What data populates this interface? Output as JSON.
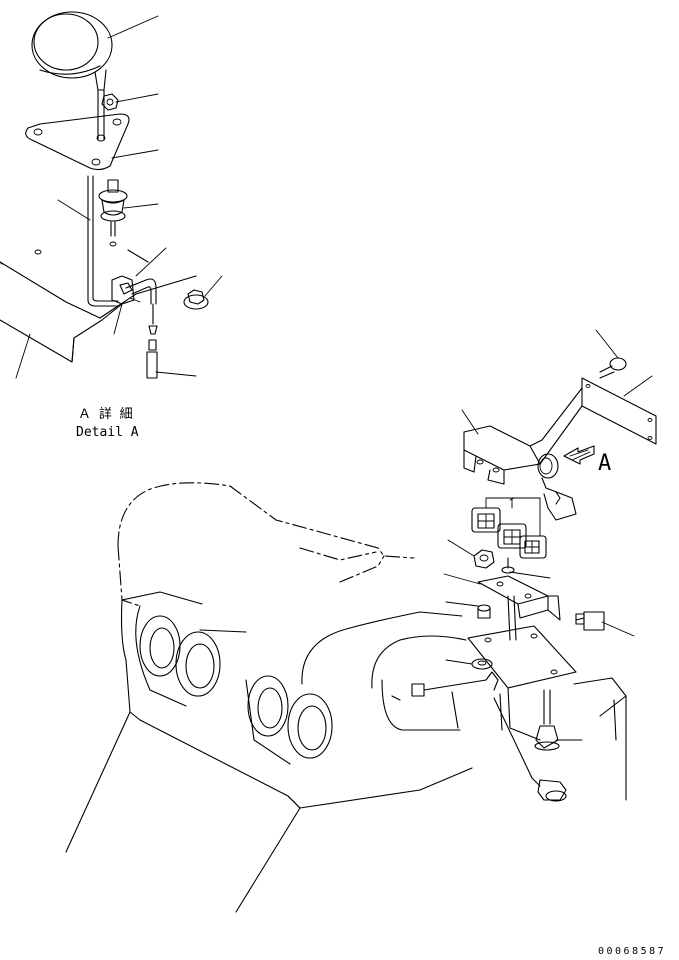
{
  "detail_caption": {
    "japanese": "Ａ 詳 細",
    "english": "Detail A"
  },
  "view_marker": "A",
  "drawing_number": "00068587"
}
